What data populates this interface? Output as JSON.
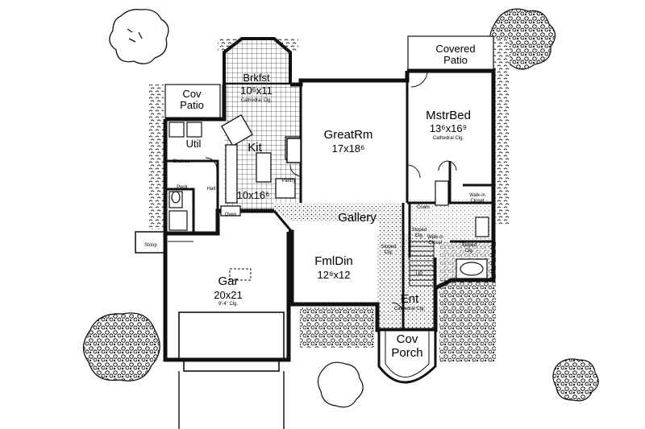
{
  "rooms": {
    "covered_patio": "Covered\nPatio",
    "brkfst": {
      "name": "Brkfst",
      "size": "10⁶x11",
      "ceiling": "Cathedral Clg."
    },
    "cov_patio": "Cov\nPatio",
    "great_rm": {
      "name": "GreatRm",
      "size": "17x18⁶"
    },
    "mstr_bed": {
      "name": "MstrBed",
      "size": "13⁶x16⁹",
      "ceiling": "Cathedral Clg."
    },
    "util": "Util",
    "kit": {
      "name": "Kit",
      "size": "10x16⁶"
    },
    "shelves": "Shelves",
    "pwdr": "Pwdr",
    "hall": "Hall",
    "pantry": "Pantry",
    "oven": "Oven",
    "gallery": "Gallery",
    "coats": "Coats",
    "walk_in_closet_1": "Walk-in\nCloset",
    "walk_in_closet_2": "Walk-in\nCloset",
    "sloped_clg_1": "Sloped\nClg.",
    "sloped_clg_2": "Sloped\nClg.",
    "sloped_clg_3": "Sloped\nClg.",
    "stoop": "Stoop",
    "up": "UP",
    "fml_din": {
      "name": "FmlDin",
      "size": "12⁸x12"
    },
    "gar": {
      "name": "Gar",
      "size": "20x21",
      "ceiling": "9'-4\" Clg."
    },
    "ent": {
      "name": "Ent",
      "ceiling": "Cathedral Clg."
    },
    "cov_porch": "Cov\nPorch"
  }
}
